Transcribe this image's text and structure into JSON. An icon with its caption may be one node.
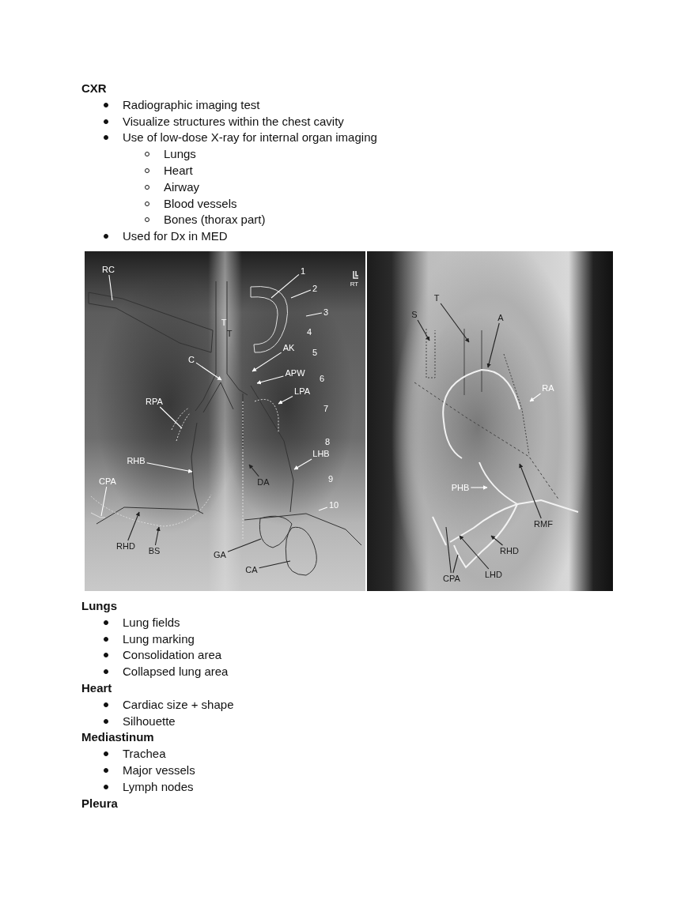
{
  "diagram": {
    "title": "CXR",
    "nodes": [
      {
        "text": [
          "RC"
        ]
      },
      {
        "text": [
          "1"
        ]
      },
      {
        "text": [
          "2"
        ]
      },
      {
        "text": [
          "3"
        ]
      },
      {
        "text": [
          "AK"
        ]
      },
      {
        "text": [
          "APW"
        ]
      },
      {
        "text": [
          "C"
        ]
      },
      {
        "text": [
          "LPA"
        ]
      },
      {
        "text": [
          "RPA"
        ]
      },
      {
        "text": [
          "RHB"
        ]
      },
      {
        "text": [
          "LHB"
        ]
      },
      {
        "text": [
          "DA"
        ]
      },
      {
        "text": [
          "10"
        ]
      },
      {
        "text": [
          "CPA"
        ]
      },
      {
        "text": [
          "RHD"
        ]
      },
      {
        "text": [
          "BS"
        ]
      },
      {
        "text": [
          "GA"
        ]
      },
      {
        "text": [
          "CA"
        ]
      },
      {
        "text": [
          "S"
        ]
      },
      {
        "text": [
          "T"
        ]
      },
      {
        "text": [
          "A"
        ]
      },
      {
        "text": [
          "RA"
        ]
      },
      {
        "text": [
          "PHB"
        ]
      },
      {
        "text": [
          "RMF"
        ]
      },
      {
        "text": [
          "RHD"
        ]
      },
      {
        "text": [
          "LHD"
        ]
      },
      {
        "text": [
          "CPA"
        ]
      }
    ],
    "edges": [
      {
        "from": 0,
        "to": null,
        "arrow": "none"
      },
      {
        "from": 1,
        "to": null,
        "arrow": "none"
      },
      {
        "from": 2,
        "to": null,
        "arrow": "none"
      },
      {
        "from": 3,
        "to": null,
        "arrow": "none"
      },
      {
        "from": 4,
        "to": null,
        "arrow": "to"
      },
      {
        "from": 5,
        "to": null,
        "arrow": "to"
      },
      {
        "from": 6,
        "to": null,
        "arrow": "to"
      },
      {
        "from": 7,
        "to": null,
        "arrow": "to"
      },
      {
        "from": 8,
        "to": null,
        "arrow": "none"
      },
      {
        "from": 9,
        "to": null,
        "arrow": "to"
      },
      {
        "from": 10,
        "to": null,
        "arrow": "to"
      },
      {
        "from": 11,
        "to": null,
        "arrow": "to",
        "color": "#222222"
      },
      {
        "from": 12,
        "to": null,
        "arrow": "none"
      },
      {
        "from": 13,
        "to": null,
        "arrow": "none"
      },
      {
        "from": 14,
        "to": null,
        "arrow": "to",
        "color": "#222222"
      },
      {
        "from": 15,
        "to": null,
        "arrow": "to",
        "color": "#222222"
      },
      {
        "from": 16,
        "to": null,
        "arrow": "none",
        "color": "#222222"
      },
      {
        "from": 17,
        "to": null,
        "arrow": "none",
        "color": "#222222"
      },
      {
        "from": 18,
        "to": null,
        "arrow": "to",
        "color": "#222222"
      },
      {
        "from": 19,
        "to": null,
        "arrow": "to",
        "color": "#222222"
      },
      {
        "from": 20,
        "to": null,
        "arrow": "to",
        "color": "#222222"
      },
      {
        "from": 21,
        "to": null,
        "arrow": "to"
      },
      {
        "from": 22,
        "to": null,
        "arrow": "to"
      },
      {
        "from": 23,
        "to": null,
        "arrow": "to",
        "color": "#222222"
      },
      {
        "from": 24,
        "to": null,
        "arrow": "to",
        "color": "#222222"
      },
      {
        "from": 25,
        "to": null,
        "arrow": "to",
        "color": "#222222"
      },
      {
        "from": 26,
        "to": null,
        "arrow": "none",
        "color": "#222222"
      },
      {
        "from": 26,
        "to": null,
        "arrow": "none",
        "color": "#222222"
      }
    ],
    "labels": [
      "Radiographic imaging test",
      "Visualize structures within the chest cavity",
      "Use of low-dose X-ray for internal organ imaging",
      "Lungs",
      "Heart",
      "Airway",
      "Blood vessels",
      "Bones (thorax part)",
      "Used for Dx in MED",
      "RT",
      "T",
      "T",
      "4",
      "5",
      "6",
      "7",
      "8",
      "9",
      "Lungs",
      "Lung fields",
      "Lung marking",
      "Consolidation area",
      "Collapsed lung area",
      "Heart",
      "Cardiac size + shape",
      "Silhouette",
      "Mediastinum",
      "Trachea",
      "Major vessels",
      "Lymph nodes",
      "Pleura"
    ]
  }
}
